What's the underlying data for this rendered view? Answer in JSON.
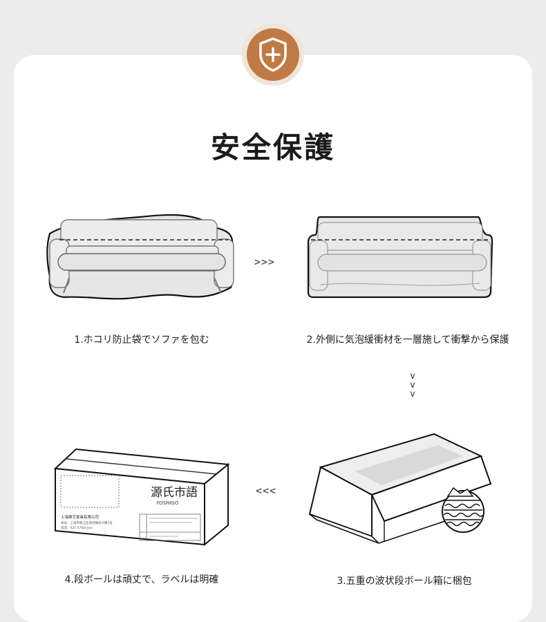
{
  "header": {
    "badge_icon": "shield-plus-icon",
    "title": "安全保護",
    "accent_color": "#c07a45"
  },
  "steps": [
    {
      "caption": "1.ホコリ防止袋でソファを包む"
    },
    {
      "caption": "2.外側に気泡緩衝材を一層施して衝撃から保護"
    },
    {
      "caption": "3.五重の波状段ボール箱に梱包"
    },
    {
      "caption": "4.段ボールは頑丈で、ラベルは明確"
    }
  ],
  "arrows": {
    "right": ">>>",
    "down": [
      "v",
      "v",
      "v"
    ],
    "left": "<<<"
  },
  "box_label": {
    "brand": "源氏市語",
    "brand_sub": "YOSHIGO",
    "company": "上海桑艺家具有限公司",
    "address": "地址：上海市松江区洞泾镇长兴路1号",
    "phone": "电话：021-5762xxxx"
  }
}
